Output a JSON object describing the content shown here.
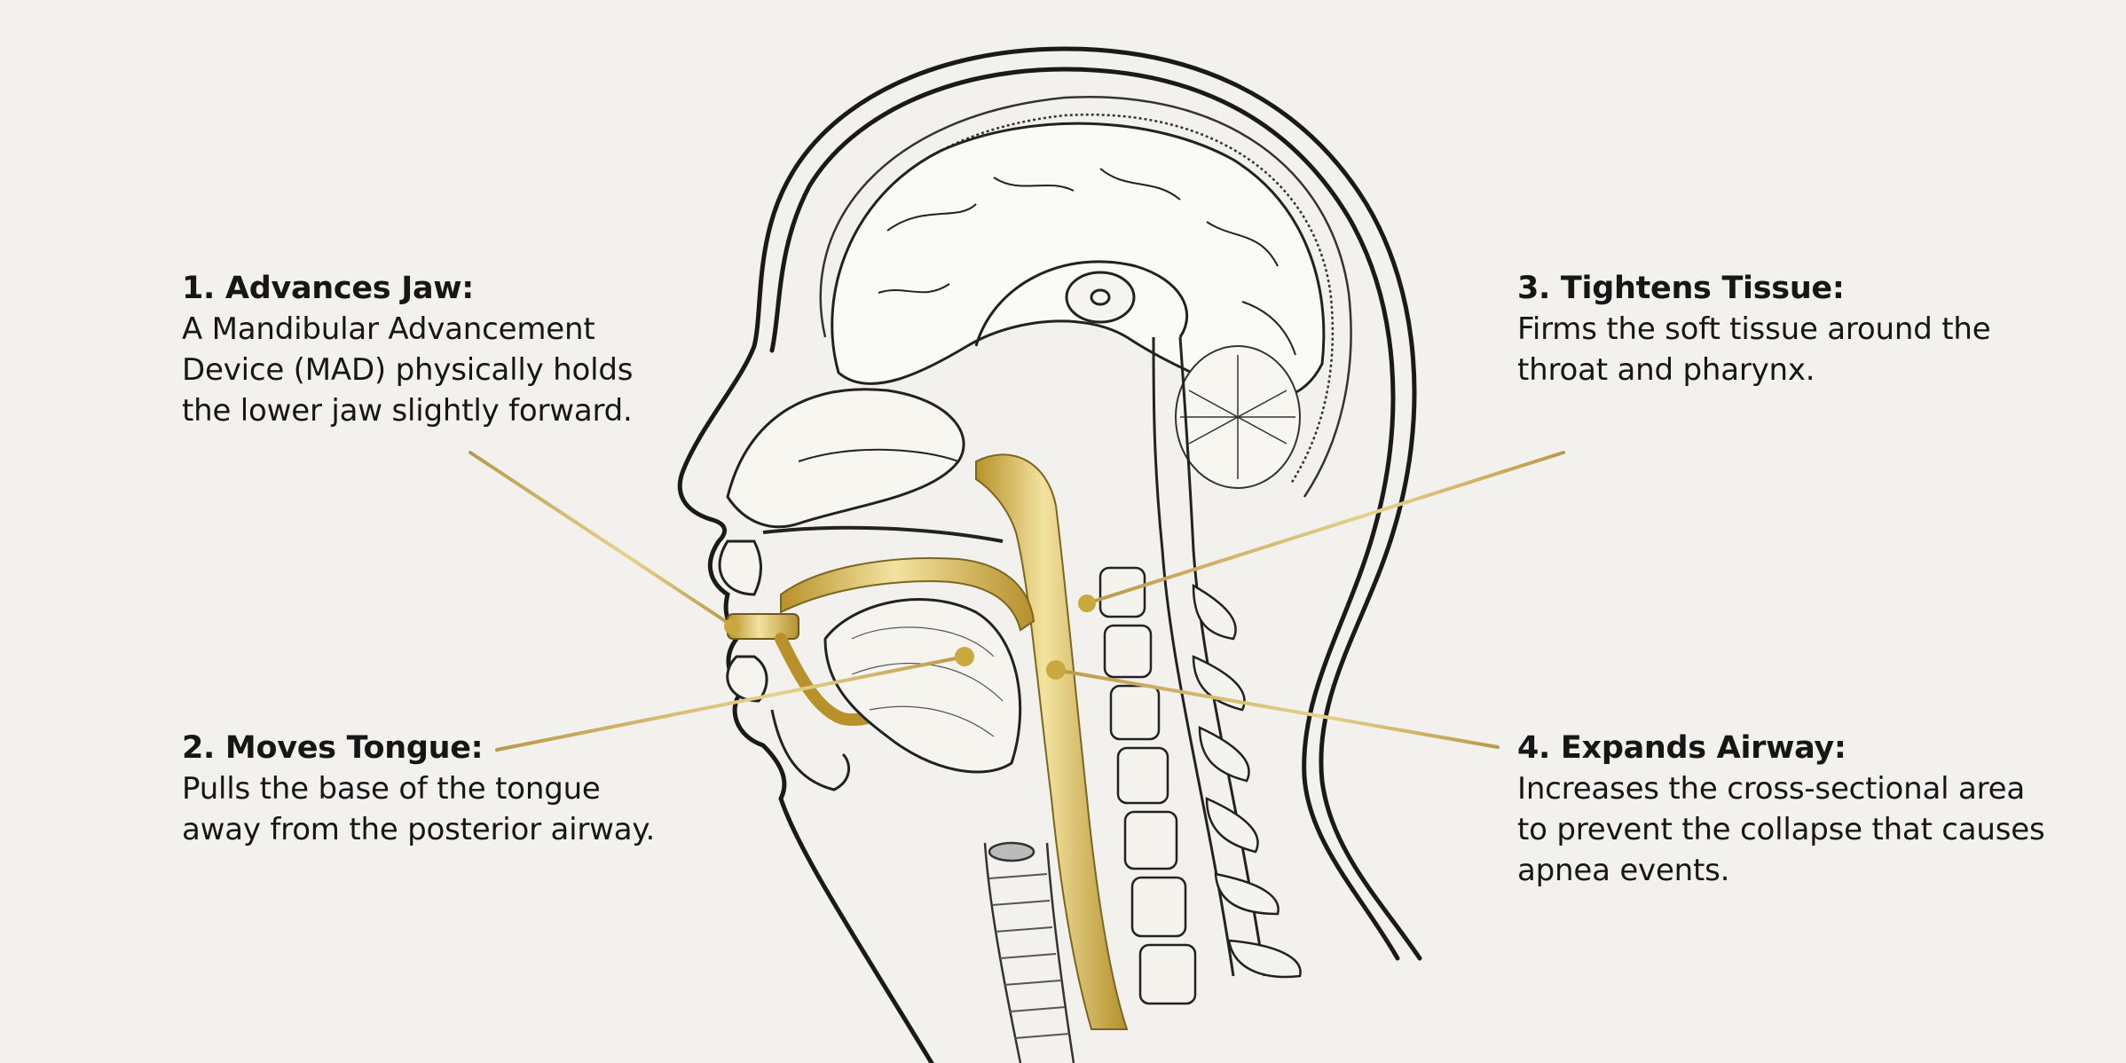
{
  "diagram": {
    "subject": "Sagittal cross-section of the human head and neck showing upper airway with Mandibular Advancement Device",
    "colors": {
      "background": "#f2f1ed",
      "line_art": "#1a1a1a",
      "highlight_gold": "#c9a83e",
      "gold_light": "#e8d48a",
      "text": "#161616"
    },
    "callouts": [
      {
        "id": 1,
        "title": "1. Advances Jaw:",
        "body": "A Mandibular Advancement Device (MAD) physically holds the lower jaw slightly forward.",
        "points_to": "mandibular advancement device at front teeth"
      },
      {
        "id": 2,
        "title": "2. Moves Tongue:",
        "body": "Pulls the base of the tongue away from the posterior airway.",
        "points_to": "base of tongue"
      },
      {
        "id": 3,
        "title": "3. Tightens Tissue:",
        "body": "Firms the soft tissue around the throat and pharynx.",
        "points_to": "posterior pharyngeal wall"
      },
      {
        "id": 4,
        "title": "4. Expands Airway:",
        "body": "Increases the cross-sectional area to prevent the collapse that causes apnea events.",
        "points_to": "pharyngeal airway"
      }
    ],
    "labeled_structures": [
      "brain",
      "cerebellum",
      "nasal cavity",
      "hard palate",
      "tongue",
      "airway (highlighted gold)",
      "cervical vertebrae",
      "spinal cord",
      "trachea",
      "larynx",
      "mandibular advancement device"
    ]
  }
}
